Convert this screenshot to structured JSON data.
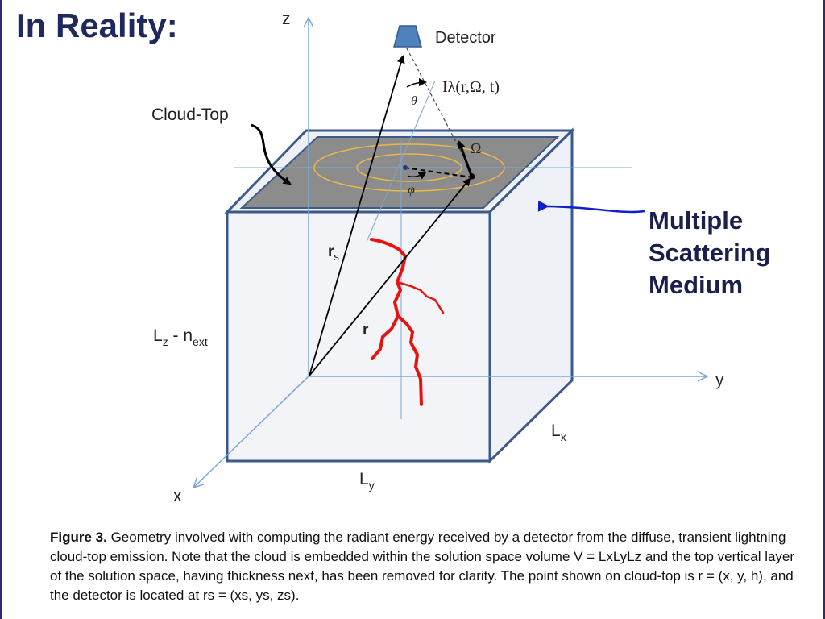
{
  "title": "In Reality:",
  "axes": {
    "z": "z",
    "y": "y",
    "x": "x"
  },
  "labels": {
    "detector": "Detector",
    "cloud_top": "Cloud-Top",
    "radiance": "Iλ(r,Ω, t)",
    "theta": "θ",
    "phi": "φ",
    "omega": "Ω",
    "rs_main": "r",
    "rs_sub": "s",
    "r": "r",
    "lz_a": "L",
    "lz_sub": "z",
    "lz_b": " - n",
    "lz_sub2": "ext",
    "lx_main": "L",
    "lx_sub": "x",
    "ly_main": "L",
    "ly_sub": "y"
  },
  "medium_label": [
    "Multiple",
    "Scattering",
    "Medium"
  ],
  "caption": {
    "fig": "Figure 3.",
    "text": " Geometry involved with computing the radiant energy received by a detector from the diffuse, transient lightning cloud-top emission. Note that the cloud is embedded within the solution space volume V = LxLyLz  and the top vertical layer of  the solution space, having thickness next, has been removed for clarity. The point shown on cloud-top is r = (x, y, h),  and the detector is located at rs = (xs, ys, zs)."
  },
  "colors": {
    "axis": "#7aa7d6",
    "box_edge": "#3b5a8a",
    "cloud_top": "#8c8c8c",
    "rings": "#e8b84a",
    "lightning": "#e8130f",
    "pointer_blue": "#1020c8",
    "detector": "#4f81bd"
  }
}
